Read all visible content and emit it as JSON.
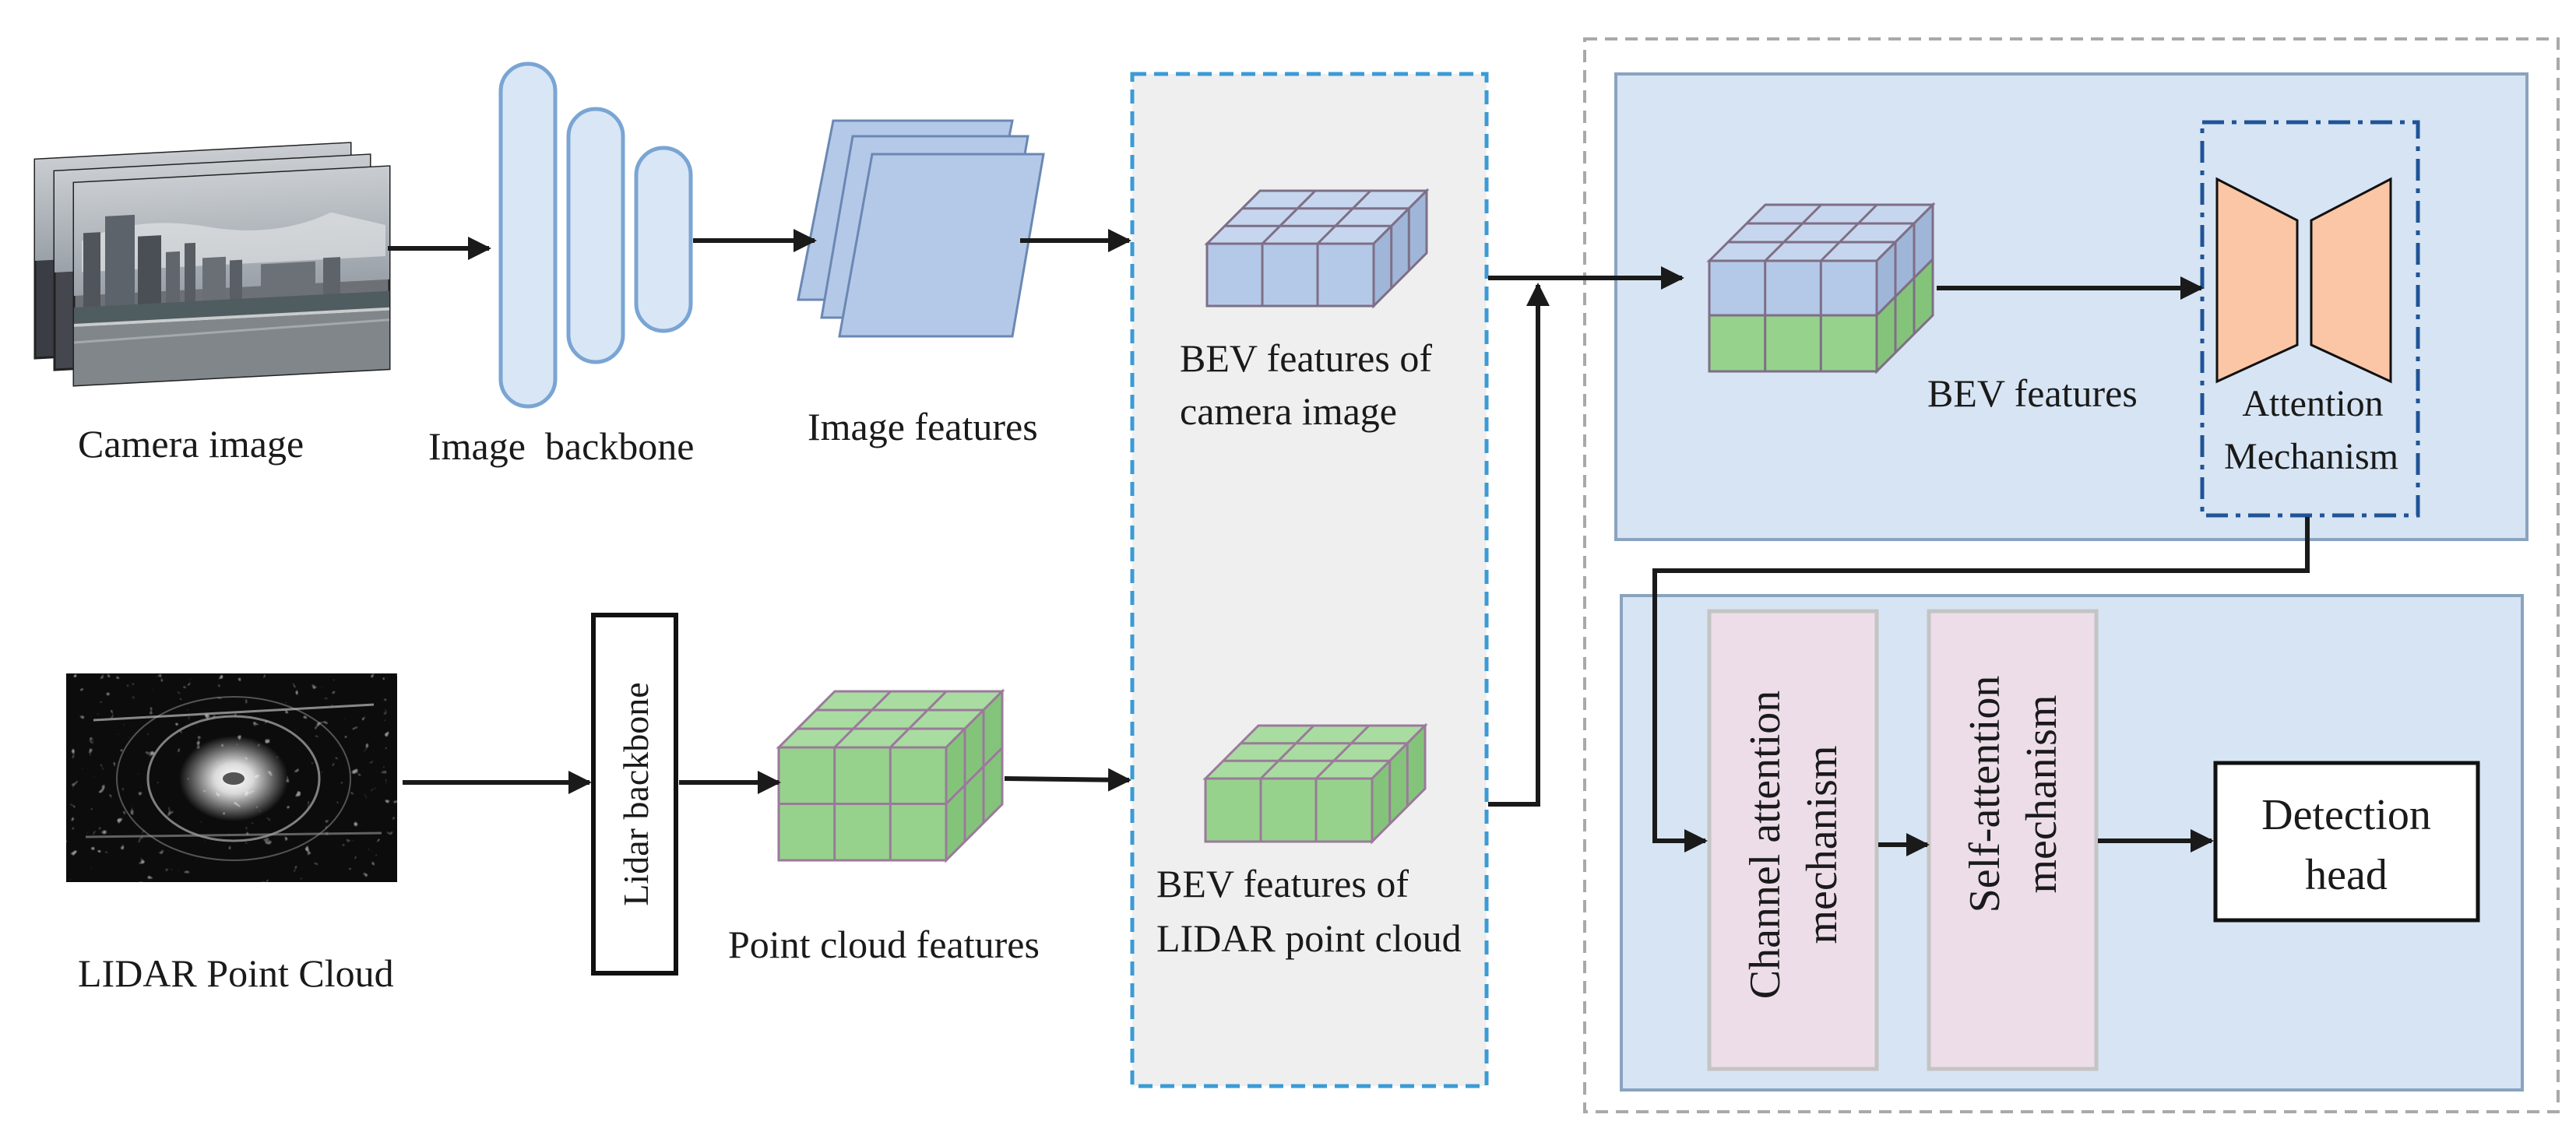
{
  "labels": {
    "camera_image": "Camera image",
    "image_backbone": "Image  backbone",
    "image_features": "Image features",
    "bev_camera_line1": "BEV features of",
    "bev_camera_line2": "camera image",
    "lidar_point_cloud": "LIDAR Point Cloud",
    "lidar_backbone": "Lidar backbone",
    "point_cloud_features": "Point cloud features",
    "bev_lidar_line1": "BEV features of",
    "bev_lidar_line2": "LIDAR point cloud",
    "bev_features": "BEV features",
    "attention_line1": "Attention",
    "attention_line2": "Mechanism",
    "channel_attention_line1": "Channel attention",
    "channel_attention_line2": "mechanism",
    "self_attention_line1": "Self-attention",
    "self_attention_line2": "mechanism",
    "detection_head_line1": "Detection",
    "detection_head_line2": "head"
  },
  "colors": {
    "camera_feature_blue": "#b4c9e8",
    "backbone_blue": "#d9e6f6",
    "lidar_feature_green": "#96d28c",
    "attention_orange": "#fbc6a6",
    "fusion_panel_blue": "#d7e4f3",
    "bev_panel_gray": "#efefef",
    "mechanism_pink": "#ecdde9",
    "dashed_cyan": "#3b9bd6",
    "dash_dot_navy": "#1f5496"
  }
}
